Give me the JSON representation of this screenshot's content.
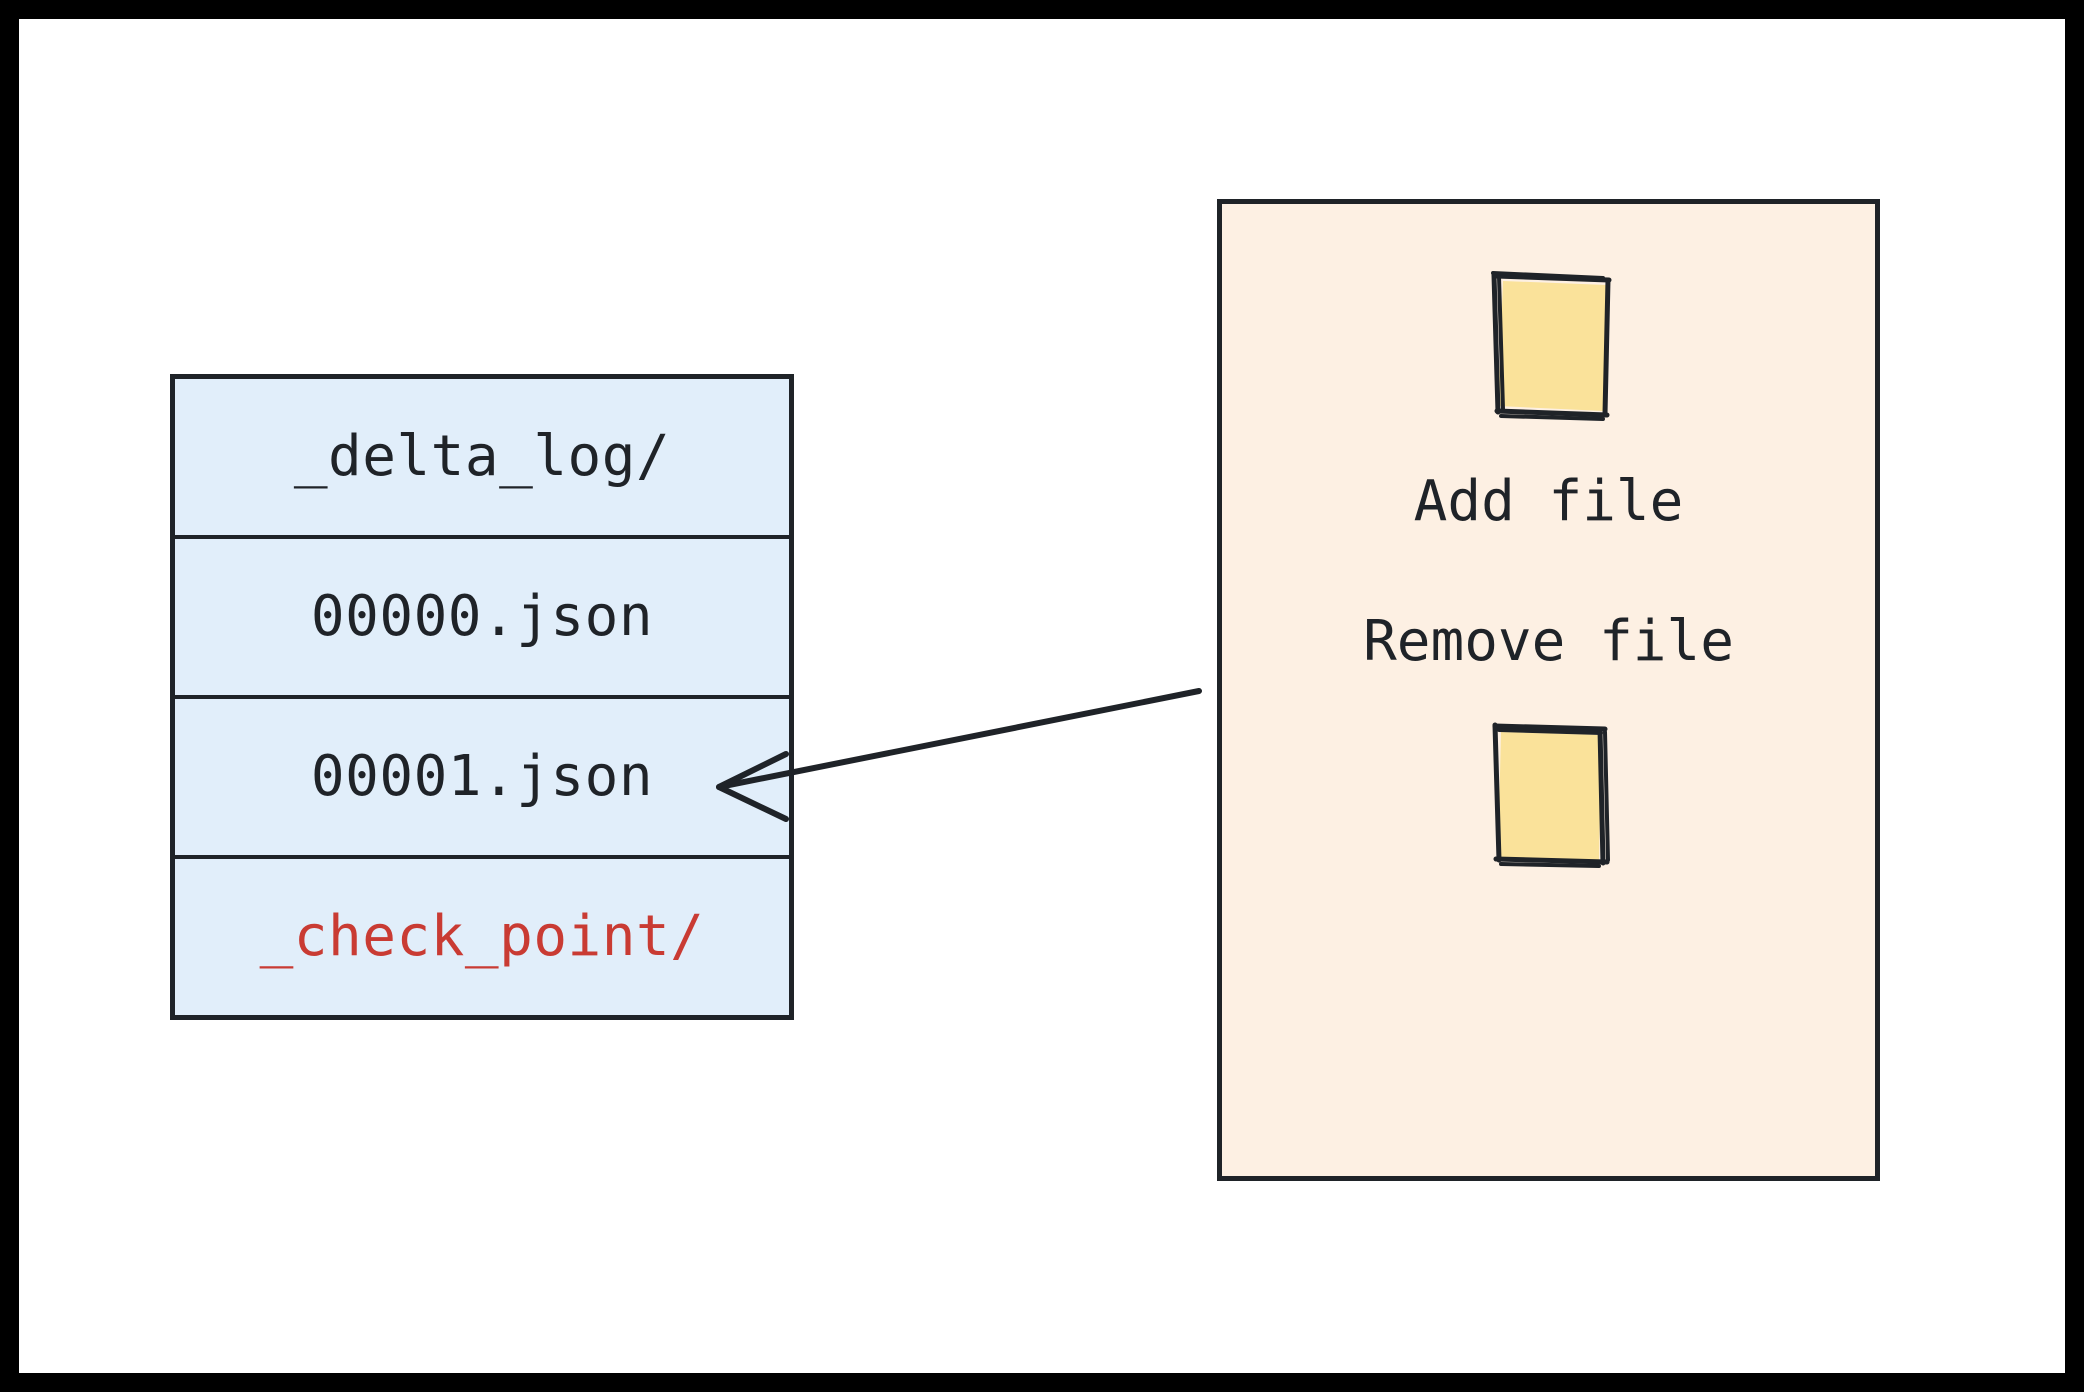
{
  "diagram": {
    "title": "Delta Lake transaction log structure",
    "colors": {
      "frame": "#000000",
      "sheet": "#ffffff",
      "table_fill": "#e1eefa",
      "table_stroke": "#1f2328",
      "accent_text": "#c93b33",
      "panel_fill": "#fdf0e3",
      "panel_stroke": "#1f2328",
      "note_fill": "#fae29a",
      "note_stroke": "#1f2328",
      "arrow": "#1f2328"
    }
  },
  "log_table": {
    "name": "delta-log-listing",
    "rows": [
      {
        "label": "_delta_log/",
        "style": "normal"
      },
      {
        "label": "00000.json",
        "style": "normal"
      },
      {
        "label": "00001.json",
        "style": "normal"
      },
      {
        "label": "_check_point/",
        "style": "accent"
      }
    ]
  },
  "connector": {
    "name": "arrow-00001-json-to-actions",
    "direction": "left",
    "from_label": "actions panel",
    "to_label": "00001.json"
  },
  "action_panel": {
    "name": "json-actions-panel",
    "items": [
      {
        "icon": "sticky-note-icon",
        "label": "Add file",
        "icon_position": "above"
      },
      {
        "icon": "sticky-note-icon",
        "label": "Remove file",
        "icon_position": "below"
      }
    ]
  }
}
